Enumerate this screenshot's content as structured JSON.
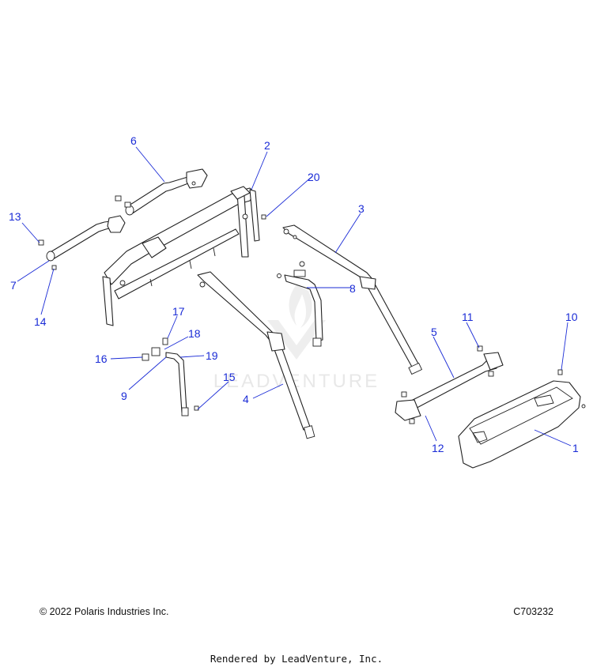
{
  "watermark": {
    "text": "LEADVENTURE"
  },
  "callouts": [
    {
      "id": "c1",
      "label": "1"
    },
    {
      "id": "c2",
      "label": "2"
    },
    {
      "id": "c3",
      "label": "3"
    },
    {
      "id": "c4",
      "label": "4"
    },
    {
      "id": "c5",
      "label": "5"
    },
    {
      "id": "c6",
      "label": "6"
    },
    {
      "id": "c7",
      "label": "7"
    },
    {
      "id": "c8",
      "label": "8"
    },
    {
      "id": "c9",
      "label": "9"
    },
    {
      "id": "c10",
      "label": "10"
    },
    {
      "id": "c11",
      "label": "11"
    },
    {
      "id": "c12",
      "label": "12"
    },
    {
      "id": "c13",
      "label": "13"
    },
    {
      "id": "c14",
      "label": "14"
    },
    {
      "id": "c15",
      "label": "15"
    },
    {
      "id": "c16",
      "label": "16"
    },
    {
      "id": "c17",
      "label": "17"
    },
    {
      "id": "c18",
      "label": "18"
    },
    {
      "id": "c19",
      "label": "19"
    },
    {
      "id": "c20",
      "label": "20"
    }
  ],
  "footer": {
    "copyright": "© 2022 Polaris Industries Inc.",
    "diagram_code": "C703232",
    "rendered_by": "Rendered by LeadVenture, Inc."
  },
  "colors": {
    "callout": "#1a2bd6",
    "line_art": "#222222",
    "watermark": "#e8e8e8"
  }
}
